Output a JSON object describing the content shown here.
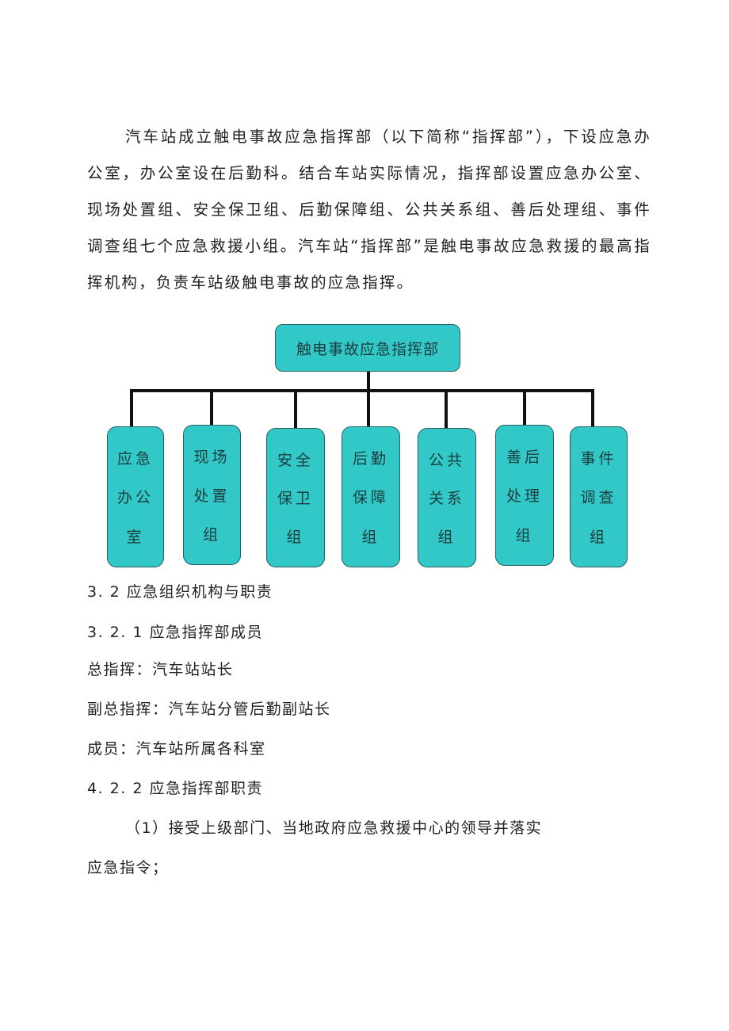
{
  "intro": "汽车站成立触电事故应急指挥部（以下简称“指挥部”），下设应急办公室，办公室设在后勤科。结合车站实际情况，指挥部设置应急办公室、现场处置组、安全保卫组、后勤保障组、公共关系组、善后处理组、事件调查组七个应急救援小组。汽车站“指挥部”是触电事故应急救援的最高指挥机构，负责车站级触电事故的应急指挥。",
  "diagram": {
    "root": "触电事故应急指挥部",
    "box_color": "#33c8c8",
    "children": [
      {
        "lines": [
          "应急",
          "办公",
          "室"
        ]
      },
      {
        "lines": [
          "现场",
          "处置",
          "组"
        ]
      },
      {
        "lines": [
          "安全",
          "保卫",
          "组"
        ]
      },
      {
        "lines": [
          "后勤",
          "保障",
          "组"
        ]
      },
      {
        "lines": [
          "公共",
          "关系",
          "组"
        ]
      },
      {
        "lines": [
          "善后",
          "处理",
          "组"
        ]
      },
      {
        "lines": [
          "事件",
          "调查",
          "组"
        ]
      }
    ]
  },
  "body": {
    "h1": "3. 2 应急组织机构与职责",
    "h2": "3. 2. 1 应急指挥部成员",
    "commander": "总指挥：汽车站站长",
    "deputy": "副总指挥：汽车站分管后勤副站长",
    "members": "成员：汽车站所属各科室",
    "h3": "4. 2. 2 应急指挥部职责",
    "item1": "（1）接受上级部门、当地政府应急救援中心的领导并落实",
    "item1_cont": "应急指令；"
  }
}
